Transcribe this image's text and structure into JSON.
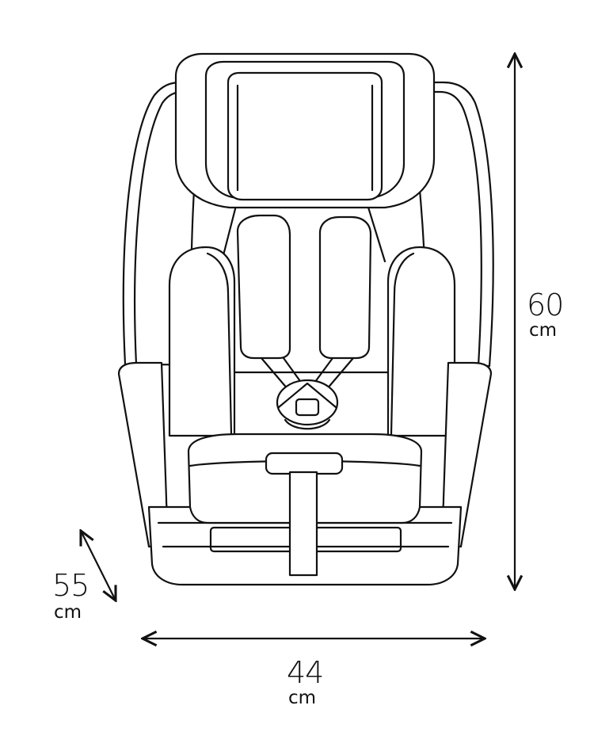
{
  "dimensions": {
    "height": {
      "value": "60",
      "unit": "cm"
    },
    "depth": {
      "value": "55",
      "unit": "cm"
    },
    "width": {
      "value": "44",
      "unit": "cm"
    }
  }
}
